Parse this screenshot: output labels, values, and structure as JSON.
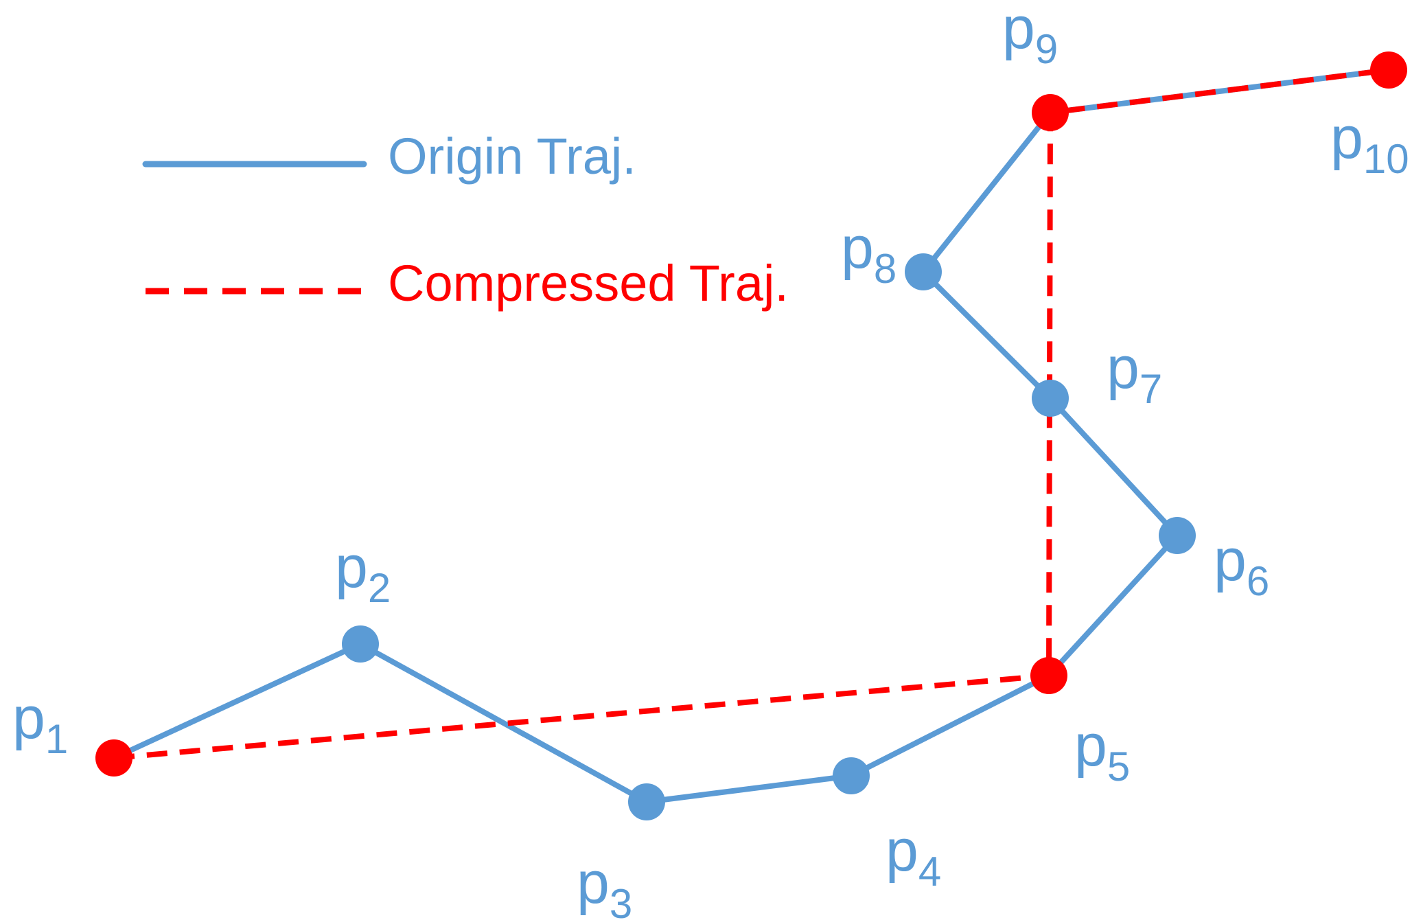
{
  "legend": {
    "origin_label": "Origin Traj.",
    "compressed_label": "Compressed Traj."
  },
  "colors": {
    "origin": "#5B9BD5",
    "compressed": "#FF0000",
    "background": "#FFFFFF"
  },
  "points": [
    {
      "id": "p1",
      "base": "p",
      "sub": "1",
      "kept": true
    },
    {
      "id": "p2",
      "base": "p",
      "sub": "2",
      "kept": false
    },
    {
      "id": "p3",
      "base": "p",
      "sub": "3",
      "kept": false
    },
    {
      "id": "p4",
      "base": "p",
      "sub": "4",
      "kept": false
    },
    {
      "id": "p5",
      "base": "p",
      "sub": "5",
      "kept": true
    },
    {
      "id": "p6",
      "base": "p",
      "sub": "6",
      "kept": false
    },
    {
      "id": "p7",
      "base": "p",
      "sub": "7",
      "kept": false
    },
    {
      "id": "p8",
      "base": "p",
      "sub": "8",
      "kept": false
    },
    {
      "id": "p9",
      "base": "p",
      "sub": "9",
      "kept": true
    },
    {
      "id": "p10",
      "base": "p",
      "sub": "10",
      "kept": true
    }
  ],
  "compressed_sequence": [
    "p1",
    "p5",
    "p9",
    "p10"
  ]
}
